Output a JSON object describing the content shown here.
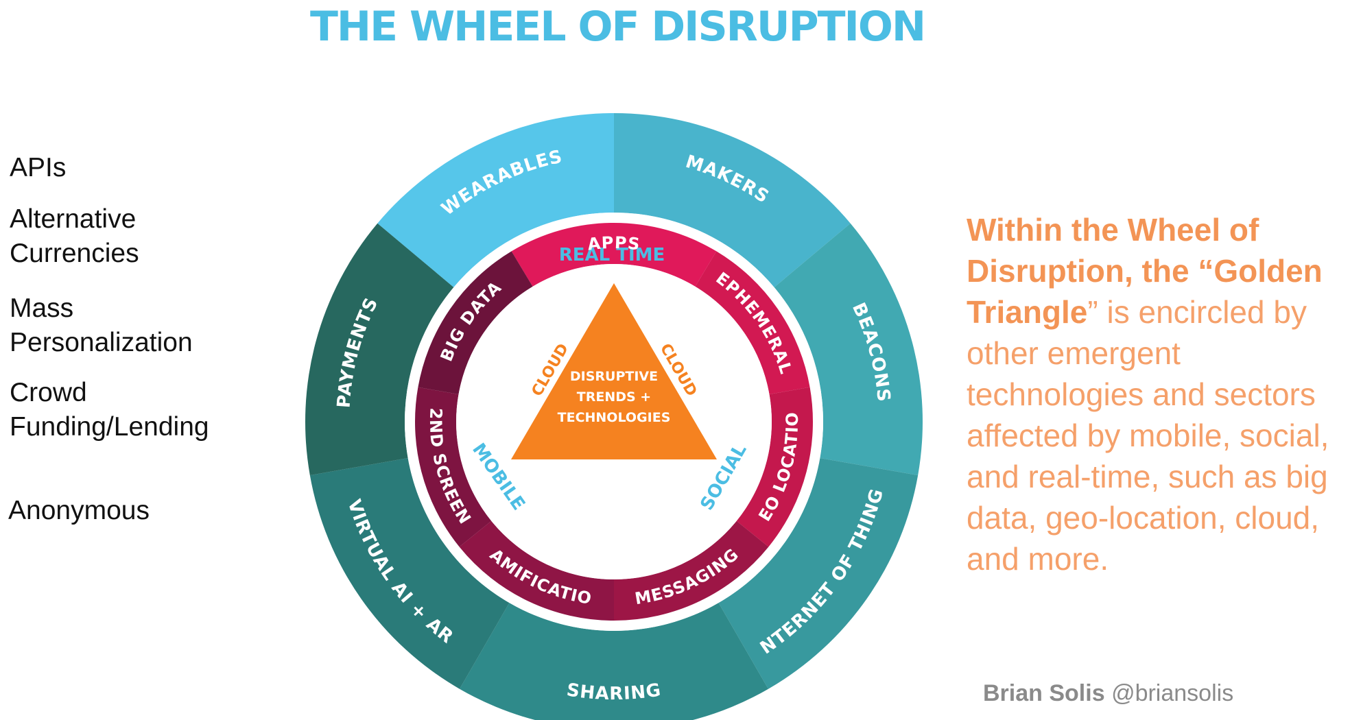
{
  "title": "THE WHEEL OF DISRUPTION",
  "left_list": [
    "APIs",
    "Alternative\nCurrencies",
    "Mass\nPersonalization",
    "Crowd\nFunding/Lending",
    "Anonymous"
  ],
  "outer_ring": [
    "WEARABLES",
    "MAKERS",
    "BEACONS",
    "INTERNET OF THINGS",
    "SHARING",
    "VIRTUAL AI + AR",
    "PAYMENTS"
  ],
  "inner_ring": [
    "APPS",
    "EPHEMERAL",
    "GEO LOCATION",
    "MESSAGING",
    "GAMIFICATION",
    "2ND SCREEN",
    "BIG DATA"
  ],
  "triangle_edges": {
    "top": "REAL TIME",
    "left_upper": "CLOUD",
    "right_upper": "CLOUD",
    "left_lower": "MOBILE",
    "right_lower": "SOCIAL"
  },
  "core_label": [
    "DISRUPTIVE",
    "TRENDS +",
    "TECHNOLOGIES"
  ],
  "side_text": {
    "bold_part": "Within the Wheel of Disruption, the “Golden Triangle",
    "rest": "” is encircled by other emergent technologies and sectors affected by mobile, social, and real-time, such as big data, geo-location, cloud, and more."
  },
  "credit": {
    "name": "Brian Solis",
    "handle": "@briansolis"
  },
  "colors": {
    "title": "#4bbde3",
    "outer": [
      "#56c6ea",
      "#49b4cc",
      "#41a9b2",
      "#38999e",
      "#2f8a8a",
      "#2a7b79",
      "#27685f"
    ],
    "inner": [
      "#e0195a",
      "#d21952",
      "#c4184d",
      "#9d1646",
      "#8f1545",
      "#7e1441",
      "#6c133b"
    ],
    "triangle": "#f58220",
    "edge_blue": "#4bbde3",
    "edge_orange": "#f58220",
    "side_text": "#f5a06a"
  }
}
